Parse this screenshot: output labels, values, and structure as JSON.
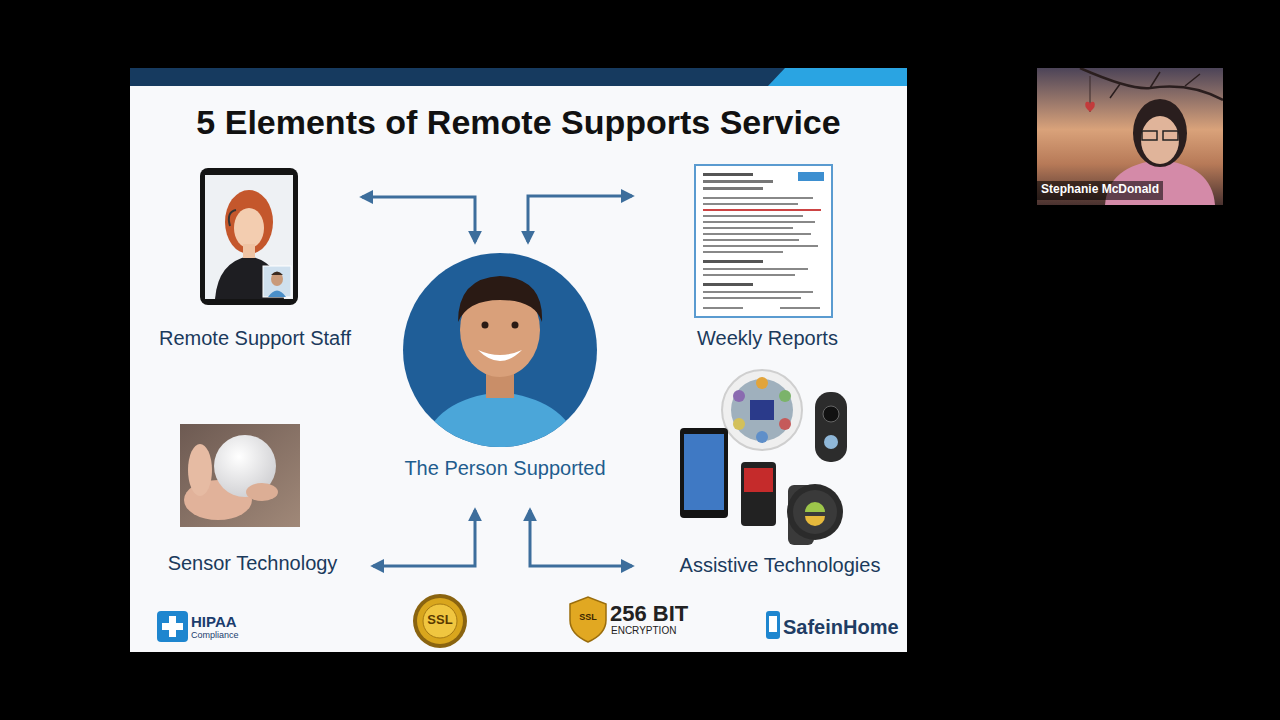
{
  "diagram": {
    "title": "5 Elements of Remote Supports Service",
    "nodes": [
      {
        "text": [
          "Remote Support Staff"
        ]
      },
      {
        "text": [
          "Weekly Reports"
        ]
      },
      {
        "text": [
          "The Person Supported"
        ]
      },
      {
        "text": [
          "Sensor Technology"
        ]
      },
      {
        "text": [
          "Assistive Technologies"
        ]
      }
    ],
    "edges": [
      {
        "from": 0,
        "to": 2,
        "arrow": "both"
      },
      {
        "from": 1,
        "to": 2,
        "arrow": "both"
      },
      {
        "from": 3,
        "to": 2,
        "arrow": "both"
      },
      {
        "from": 4,
        "to": 2,
        "arrow": "both"
      }
    ],
    "labels": [
      "Stephanie McDonald",
      "HIPAA",
      "Compliance",
      "SSL",
      "SSL",
      "256 BIT",
      "ENCRYPTION",
      "SafeinHome"
    ]
  }
}
